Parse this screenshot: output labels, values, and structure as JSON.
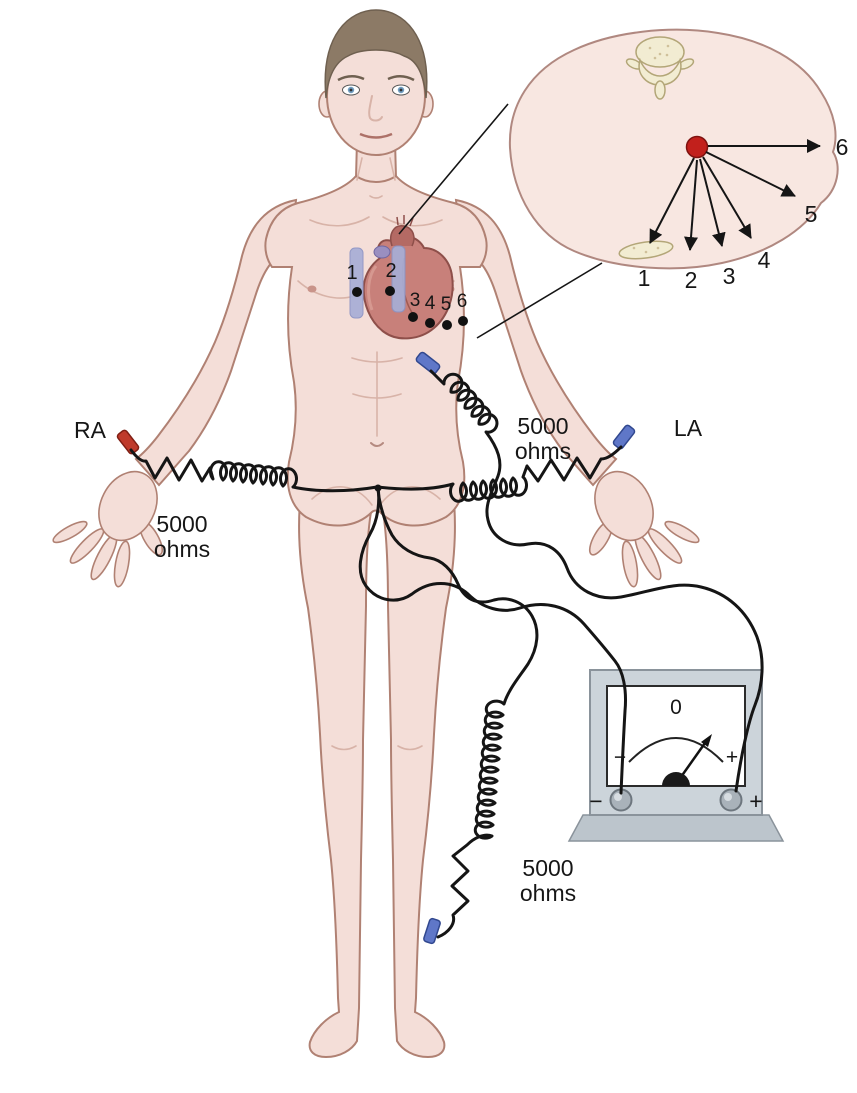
{
  "labels": {
    "ra": "RA",
    "la": "LA"
  },
  "chest": {
    "numbers": [
      "1",
      "2",
      "3",
      "4",
      "5",
      "6"
    ]
  },
  "inset": {
    "numbers": [
      "1",
      "2",
      "3",
      "4",
      "5",
      "6"
    ]
  },
  "resistors": [
    {
      "value": "5000",
      "unit": "ohms"
    },
    {
      "value": "5000",
      "unit": "ohms"
    },
    {
      "value": "5000",
      "unit": "ohms"
    }
  ],
  "meter": {
    "scale_zero": "0",
    "scale_minus": "−",
    "scale_plus": "+",
    "terminal_minus": "−",
    "terminal_plus": "+"
  },
  "colors": {
    "skin": "#f4ded8",
    "outline": "#b08173",
    "detail": "#d8b3a8",
    "hair": "#8c7a66",
    "heart": "#c8807a",
    "heart_outline": "#8e4f4a",
    "strip": "#a7aed6",
    "electrode_red": "#bf3a2b",
    "electrode_blue": "#5f77c8",
    "wire": "#151515",
    "inset_fill": "#f8e7e1",
    "inset_outline": "#b08880",
    "bone": "#f2ecd2",
    "bone_outline": "#b3a678",
    "dot_red": "#c2201c",
    "meter_body": "#ccd4da",
    "meter_edge": "#8a939b",
    "dial": "#ffffff"
  }
}
